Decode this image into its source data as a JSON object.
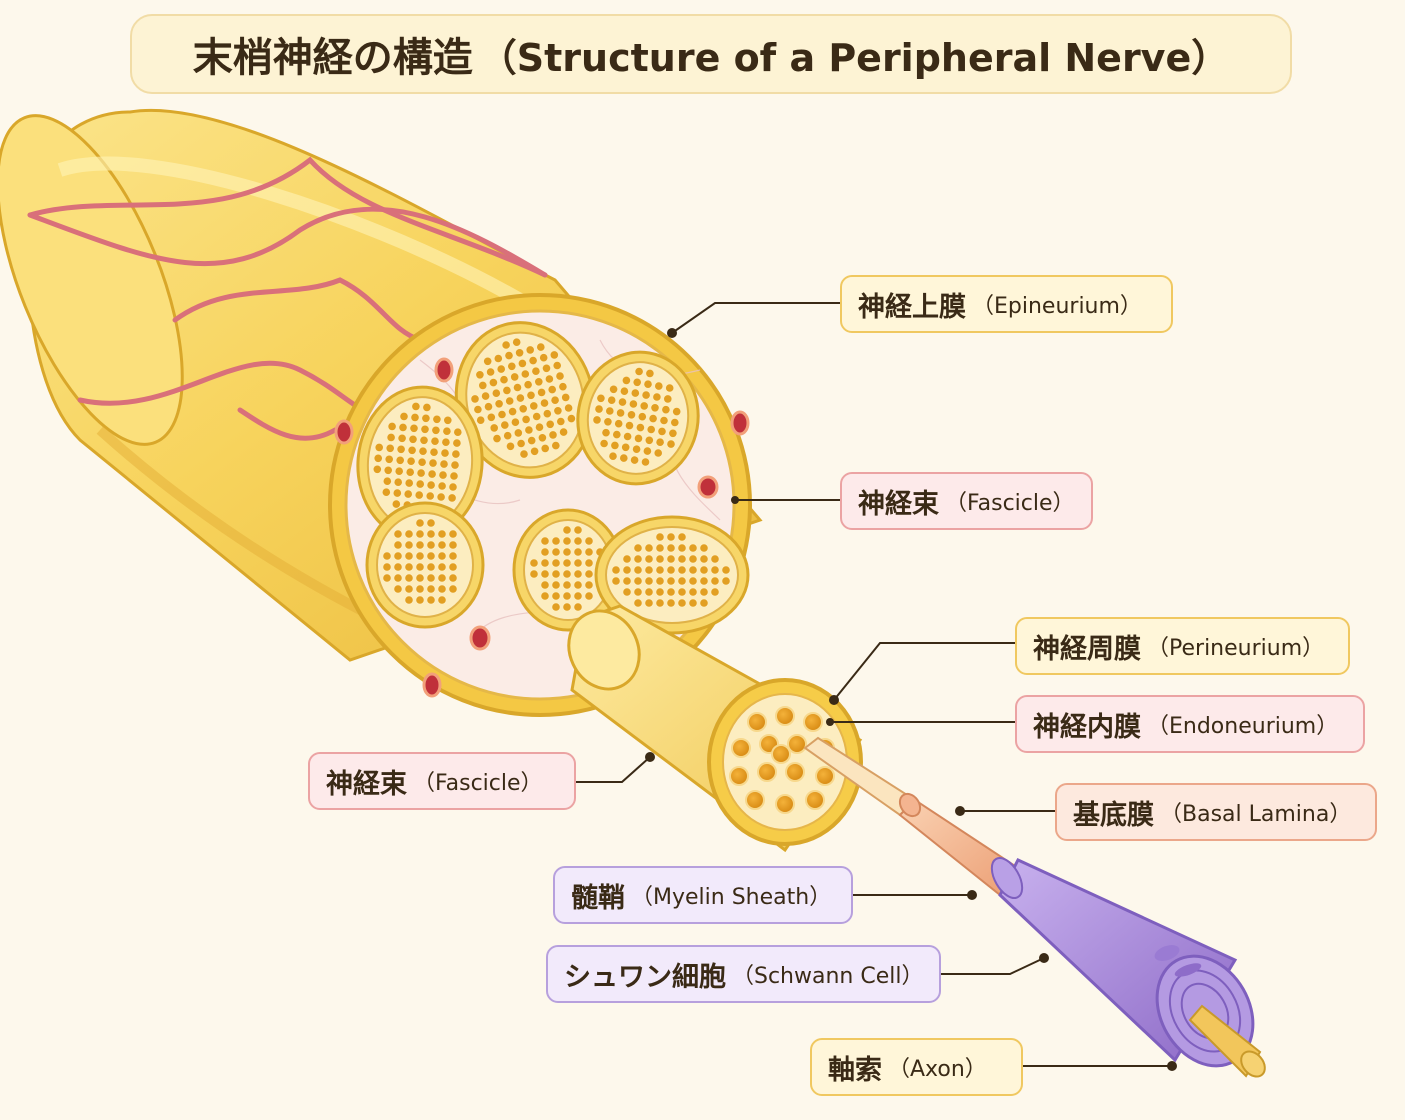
{
  "title": {
    "jp": "末梢神経の構造",
    "en": "（Structure of a Peripheral Nerve）"
  },
  "labels": {
    "epineurium": {
      "jp": "神経上膜",
      "en": "（Epineurium）"
    },
    "fascicle_top": {
      "jp": "神経束",
      "en": "（Fascicle）"
    },
    "perineurium": {
      "jp": "神経周膜",
      "en": "（Perineurium）"
    },
    "endoneurium": {
      "jp": "神経内膜",
      "en": "（Endoneurium）"
    },
    "basal_lamina": {
      "jp": "基底膜",
      "en": "（Basal Lamina）"
    },
    "fascicle_left": {
      "jp": "神経束",
      "en": "（Fascicle）"
    },
    "myelin": {
      "jp": "髄鞘",
      "en": "（Myelin Sheath）"
    },
    "schwann": {
      "jp": "シュワン細胞",
      "en": "（Schwann Cell）"
    },
    "axon": {
      "jp": "軸索",
      "en": "（Axon）"
    }
  },
  "colors": {
    "nerve_yellow": "#f6d565",
    "nerve_outline": "#d9a72a",
    "connective_pink": "#fbe9e4",
    "vessel_red": "#c0303a",
    "myelin_purple": "#a98ad8",
    "lamina_peach": "#f1b28c"
  }
}
